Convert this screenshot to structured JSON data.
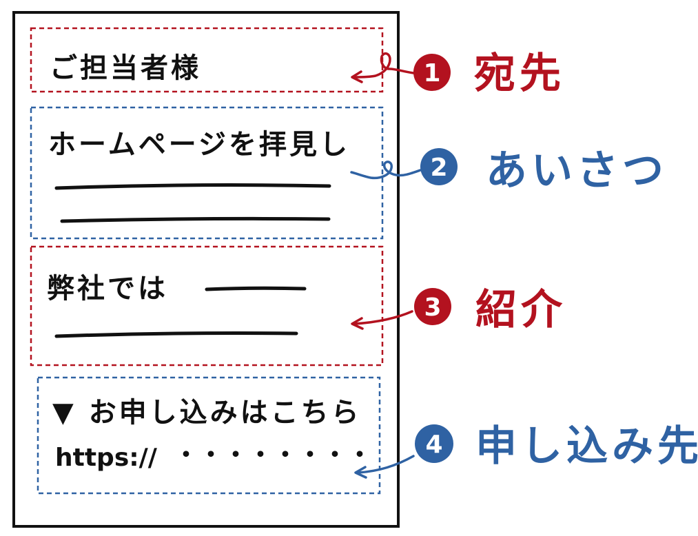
{
  "colors": {
    "red": "#b3121f",
    "blue": "#2f62a3",
    "ink": "#111111"
  },
  "sections": [
    {
      "id": "addressee",
      "color": "red",
      "lines": [
        "ご担当者様"
      ],
      "number": "1",
      "label": "宛先"
    },
    {
      "id": "greeting",
      "color": "blue",
      "lines": [
        "ホームページを拝見し"
      ],
      "number": "2",
      "label": "あいさつ"
    },
    {
      "id": "introduction",
      "color": "red",
      "lines": [
        "弊社では"
      ],
      "number": "3",
      "label": "紹介"
    },
    {
      "id": "application",
      "color": "blue",
      "lines": [
        "▼ お申し込みはこちら",
        "https://"
      ],
      "dots": "・・・・・・・・",
      "number": "4",
      "label": "申し込み先"
    }
  ]
}
